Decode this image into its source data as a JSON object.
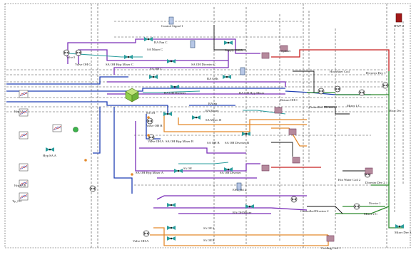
{
  "palette": {
    "purple": "#7a2fb8",
    "blue": "#1f3fb3",
    "green": "#2e8b2e",
    "red": "#c81e1e",
    "orange": "#e3892b",
    "black": "#111111",
    "teal": "#2a9d9d",
    "grey": "#777777"
  },
  "icon_names": [
    "fan-icon",
    "valve-icon",
    "coil-icon",
    "mixer-icon",
    "cube-icon",
    "chart-icon",
    "tank-icon"
  ],
  "labels": {
    "control_signal": "Control Signal 1",
    "hwp": "HWP-2",
    "ra_fan_c": "RA Fan C",
    "sa_mixer_c": "SA Mixer C",
    "sa_oh_hyp_mixer_c": "SA OH Hyp Mixer C",
    "sa_oh_c": "SA OH C",
    "sa_ohd_diverter_c": "SA OH Diverter C",
    "supply_oh_b": "Supply OH B",
    "valve_oh_c": "Valve OH C",
    "splitter": "Splitter",
    "ra_ohs": "RA OHs",
    "ra_oh_diverter": "RA OH Diverter",
    "ra_oh_hyp_mixer": "RA OH Hyp Mixer",
    "return_oh_c": "Return OH C",
    "ra_sp": "RA Sp",
    "ra_mixer": "RA Mixer",
    "sa_mixer_b": "SA Mixer B",
    "valve_oh_b": "Valve OH B",
    "valve_oh_a": "Valve OH A",
    "sa_oh_hyp_mixer_b": "SA OH Hyp Mixer B",
    "sa_oh_b": "SA OH B",
    "sa_oh_diverter_b": "SA OH Diverter B",
    "hot_water_coil": "Hot Water Coil",
    "diverter_dev": "Diverter Dev 1",
    "controlled_diverter": "Controlled Diverter 1",
    "mixer_c": "Mixer 1 C",
    "hyp_sa_a": "Hyp SA A",
    "sa_oh_hyp_mixer_a": "SA OH Hyp Mixer A",
    "sa_oh_diverter": "SA OH Diverter",
    "ra_oh_mixer": "RA OH Mixer",
    "esc_sd": "ESC_Sd 2",
    "hot_water_coil_2": "Hot Water Coil 2",
    "diverter_dev_2": "Diverter Dev 2",
    "controlled_diverter_2": "Controlled Diverter 2",
    "mixer_2": "Mixer 2 C",
    "cooling_coil": "Cooling Coil 1",
    "mixer_dev_3": "Mixer Dev 3",
    "valve_oh_a2": "Valve OH A",
    "sa_oh_a": "SA OH A",
    "sa_oh_b2": "SA OH B",
    "hyp_sa": "Hyp SA",
    "hyp_sa_b": "Hyp SA B",
    "tip_oh": "Tip_OH",
    "sa_oh": "SA OH",
    "mixer_dev": "Mixer Dev",
    "diverter": "Diverter 2",
    "valve_8": "Valve 8",
    "ra_oh": "RA OH"
  }
}
